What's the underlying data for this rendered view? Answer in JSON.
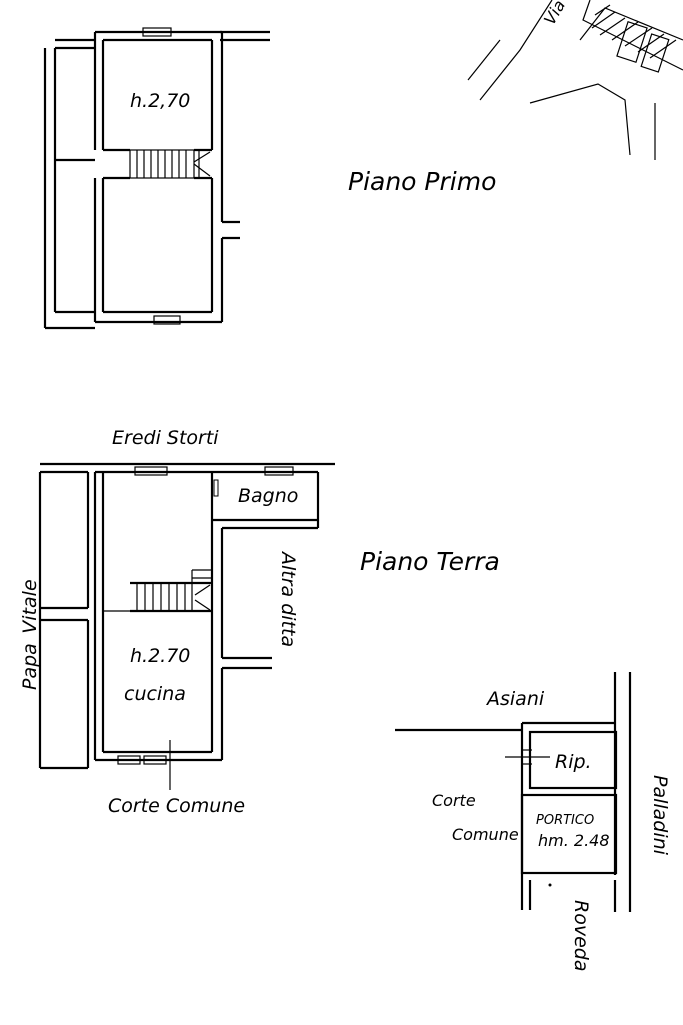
{
  "labels": {
    "height_first_floor": "h.2,70",
    "piano_primo": "Piano Primo",
    "eredi_storti": "Eredi Storti",
    "bagno": "Bagno",
    "piano_terra": "Piano Terra",
    "altra_ditta": "Altra ditta",
    "papa_vitale": "Papa_Vitale",
    "height_ground_floor": "h.2.70",
    "cucina": "cucina",
    "corte_comune": "Corte  Comune",
    "asiani": "Asiani",
    "rip": "Rip.",
    "corte": "Corte",
    "comune": "Comune",
    "palladini": "Palladini",
    "portico": "PORTICO",
    "portico_height": "hm. 2.48",
    "roveda": "Roveda",
    "via": "Via"
  }
}
